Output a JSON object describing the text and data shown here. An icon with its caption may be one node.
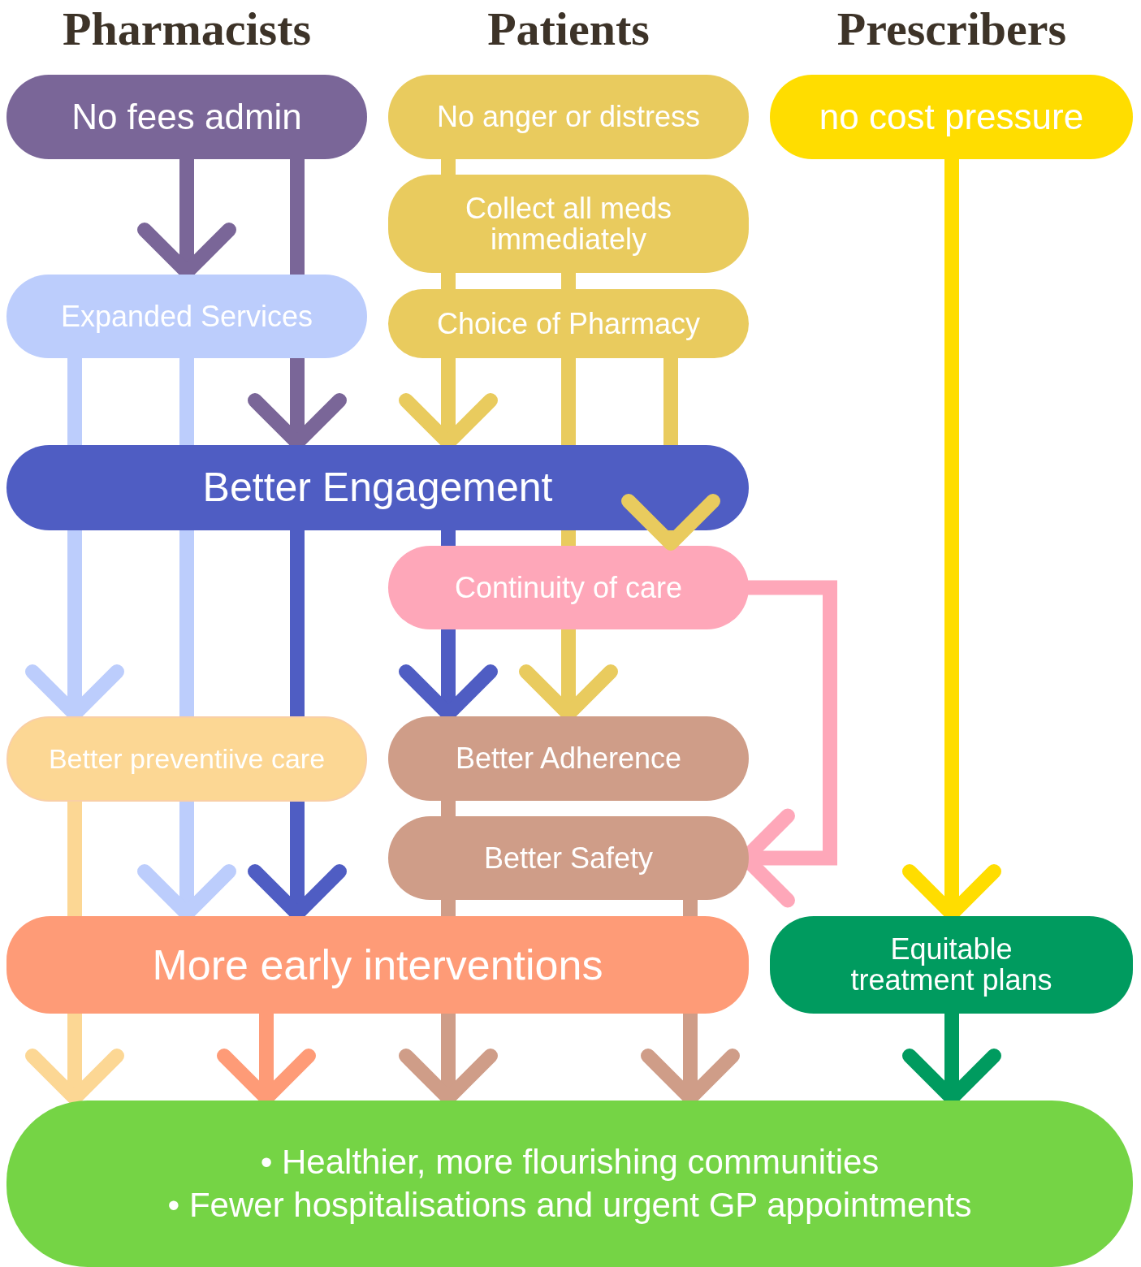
{
  "diagram": {
    "nodes": [
      {
        "text": [
          "No fees admin"
        ]
      },
      {
        "text": [
          "No anger or distress"
        ]
      },
      {
        "text": [
          "no cost pressure"
        ]
      },
      {
        "text": [
          "Collect all meds immediately"
        ]
      },
      {
        "text": [
          "Expanded Services"
        ]
      },
      {
        "text": [
          "Choice of Pharmacy"
        ]
      },
      {
        "text": [
          "Better Engagement"
        ]
      },
      {
        "text": [
          "Continuity of care"
        ]
      },
      {
        "text": [
          "Better preventiive care"
        ]
      },
      {
        "text": [
          "Better Adherence"
        ]
      },
      {
        "text": [
          "Better Safety"
        ]
      },
      {
        "text": [
          "More early interventions"
        ]
      },
      {
        "text": [
          "Equitable treatment plans"
        ]
      },
      {
        "text": [
          "• Healthier, more flourishing communities",
          "• Fewer hospitalisations and urgent GP appointments"
        ]
      }
    ],
    "edges": [
      {
        "from": 0,
        "to": 4,
        "arrow": "to",
        "color": "#7a6698"
      },
      {
        "from": 0,
        "to": 4,
        "arrow": "none",
        "color": "#7a6698"
      },
      {
        "from": 4,
        "to": 6,
        "arrow": "to",
        "color": "#7a6698"
      },
      {
        "from": 1,
        "to": 3,
        "arrow": "none",
        "color": "#e9cb5e"
      },
      {
        "from": 3,
        "to": 5,
        "arrow": "none",
        "color": "#e9cb5e"
      },
      {
        "from": 5,
        "to": 6,
        "arrow": "to",
        "color": "#e9cb5e"
      },
      {
        "from": 3,
        "to": 5,
        "arrow": "none",
        "color": "#e9cb5e"
      },
      {
        "from": 5,
        "to": 6,
        "arrow": "none",
        "color": "#e9cb5e"
      },
      {
        "from": 6,
        "to": 7,
        "arrow": "none",
        "color": "#e9cb5e"
      },
      {
        "from": 7,
        "to": 9,
        "arrow": "to",
        "color": "#e9cb5e"
      },
      {
        "from": 5,
        "to": 6,
        "arrow": "none",
        "color": "#e9cb5e"
      },
      {
        "from": 6,
        "to": 7,
        "arrow": "to",
        "color": "#e9cb5e"
      },
      {
        "from": 4,
        "to": 6,
        "arrow": "none",
        "color": "#bccdfc"
      },
      {
        "from": 6,
        "to": 8,
        "arrow": "to",
        "color": "#bccdfc"
      },
      {
        "from": 4,
        "to": 6,
        "arrow": "none",
        "color": "#bccdfc"
      },
      {
        "from": 6,
        "to": 8,
        "arrow": "none",
        "color": "#bccdfc"
      },
      {
        "from": 8,
        "to": 11,
        "arrow": "to",
        "color": "#bccdfc"
      },
      {
        "from": 6,
        "to": 8,
        "arrow": "none",
        "color": "#4f5dc3"
      },
      {
        "from": 8,
        "to": 11,
        "arrow": "to",
        "color": "#4f5dc3"
      },
      {
        "from": 6,
        "to": 7,
        "arrow": "none",
        "color": "#4f5dc3"
      },
      {
        "from": 7,
        "to": 9,
        "arrow": "to",
        "color": "#4f5dc3"
      },
      {
        "from": 7,
        "to": 10,
        "arrow": "to",
        "color": "#fea7b9"
      },
      {
        "from": 2,
        "to": 12,
        "arrow": "to",
        "color": "#ffdd00"
      },
      {
        "from": 8,
        "to": 11,
        "arrow": "none",
        "color": "#fcd794"
      },
      {
        "from": 11,
        "to": 13,
        "arrow": "to",
        "color": "#fcd794"
      },
      {
        "from": 11,
        "to": 13,
        "arrow": "to",
        "color": "#fe9b77"
      },
      {
        "from": 9,
        "to": 10,
        "arrow": "none",
        "color": "#cf9d88"
      },
      {
        "from": 10,
        "to": 11,
        "arrow": "none",
        "color": "#cf9d88"
      },
      {
        "from": 11,
        "to": 13,
        "arrow": "to",
        "color": "#cf9d88"
      },
      {
        "from": 10,
        "to": 11,
        "arrow": "none",
        "color": "#cf9d88"
      },
      {
        "from": 11,
        "to": 13,
        "arrow": "to",
        "color": "#cf9d88"
      },
      {
        "from": 12,
        "to": 13,
        "arrow": "to",
        "color": "#009b5f"
      }
    ],
    "labels": [
      "Pharmacists",
      "Patients",
      "Prescribers"
    ]
  }
}
